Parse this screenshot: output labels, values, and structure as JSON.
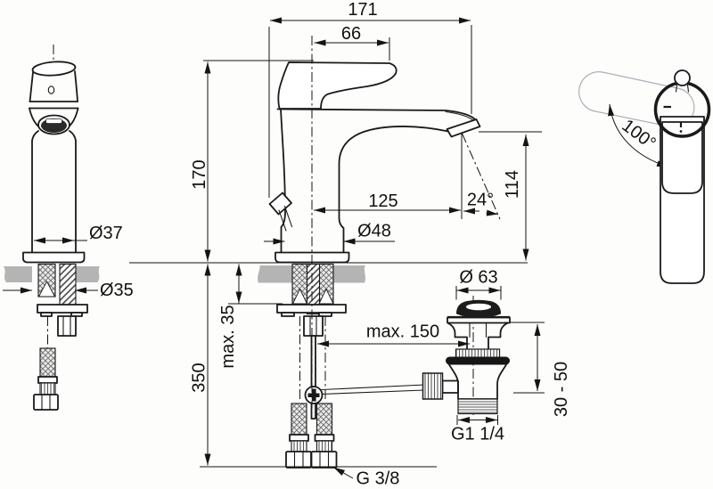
{
  "colors": {
    "line": "#1a1a1a",
    "counter_gray": "#b4b4b4",
    "ghost_outline": "#a9b2ba",
    "gasket_black": "#161616",
    "background": "#fdfdfb"
  },
  "dims": {
    "front": {
      "body_diameter": "Ø37",
      "mounting_hole": "Ø35"
    },
    "side": {
      "overall_length": "171",
      "handle_length": "66",
      "total_height": "170",
      "spout_reach": "125",
      "spout_height": "114",
      "outlet_angle": "24°",
      "base_diameter": "Ø48",
      "max_deck_thickness": "max. 35",
      "hose_length": "350",
      "max_rod_reach": "max. 150",
      "supply_thread": "G 3/8"
    },
    "drain": {
      "plug_diameter": "Ø 63",
      "basin_range": "30 - 50",
      "waste_thread": "G1 1/4"
    },
    "top": {
      "handle_swing": "100°"
    }
  }
}
